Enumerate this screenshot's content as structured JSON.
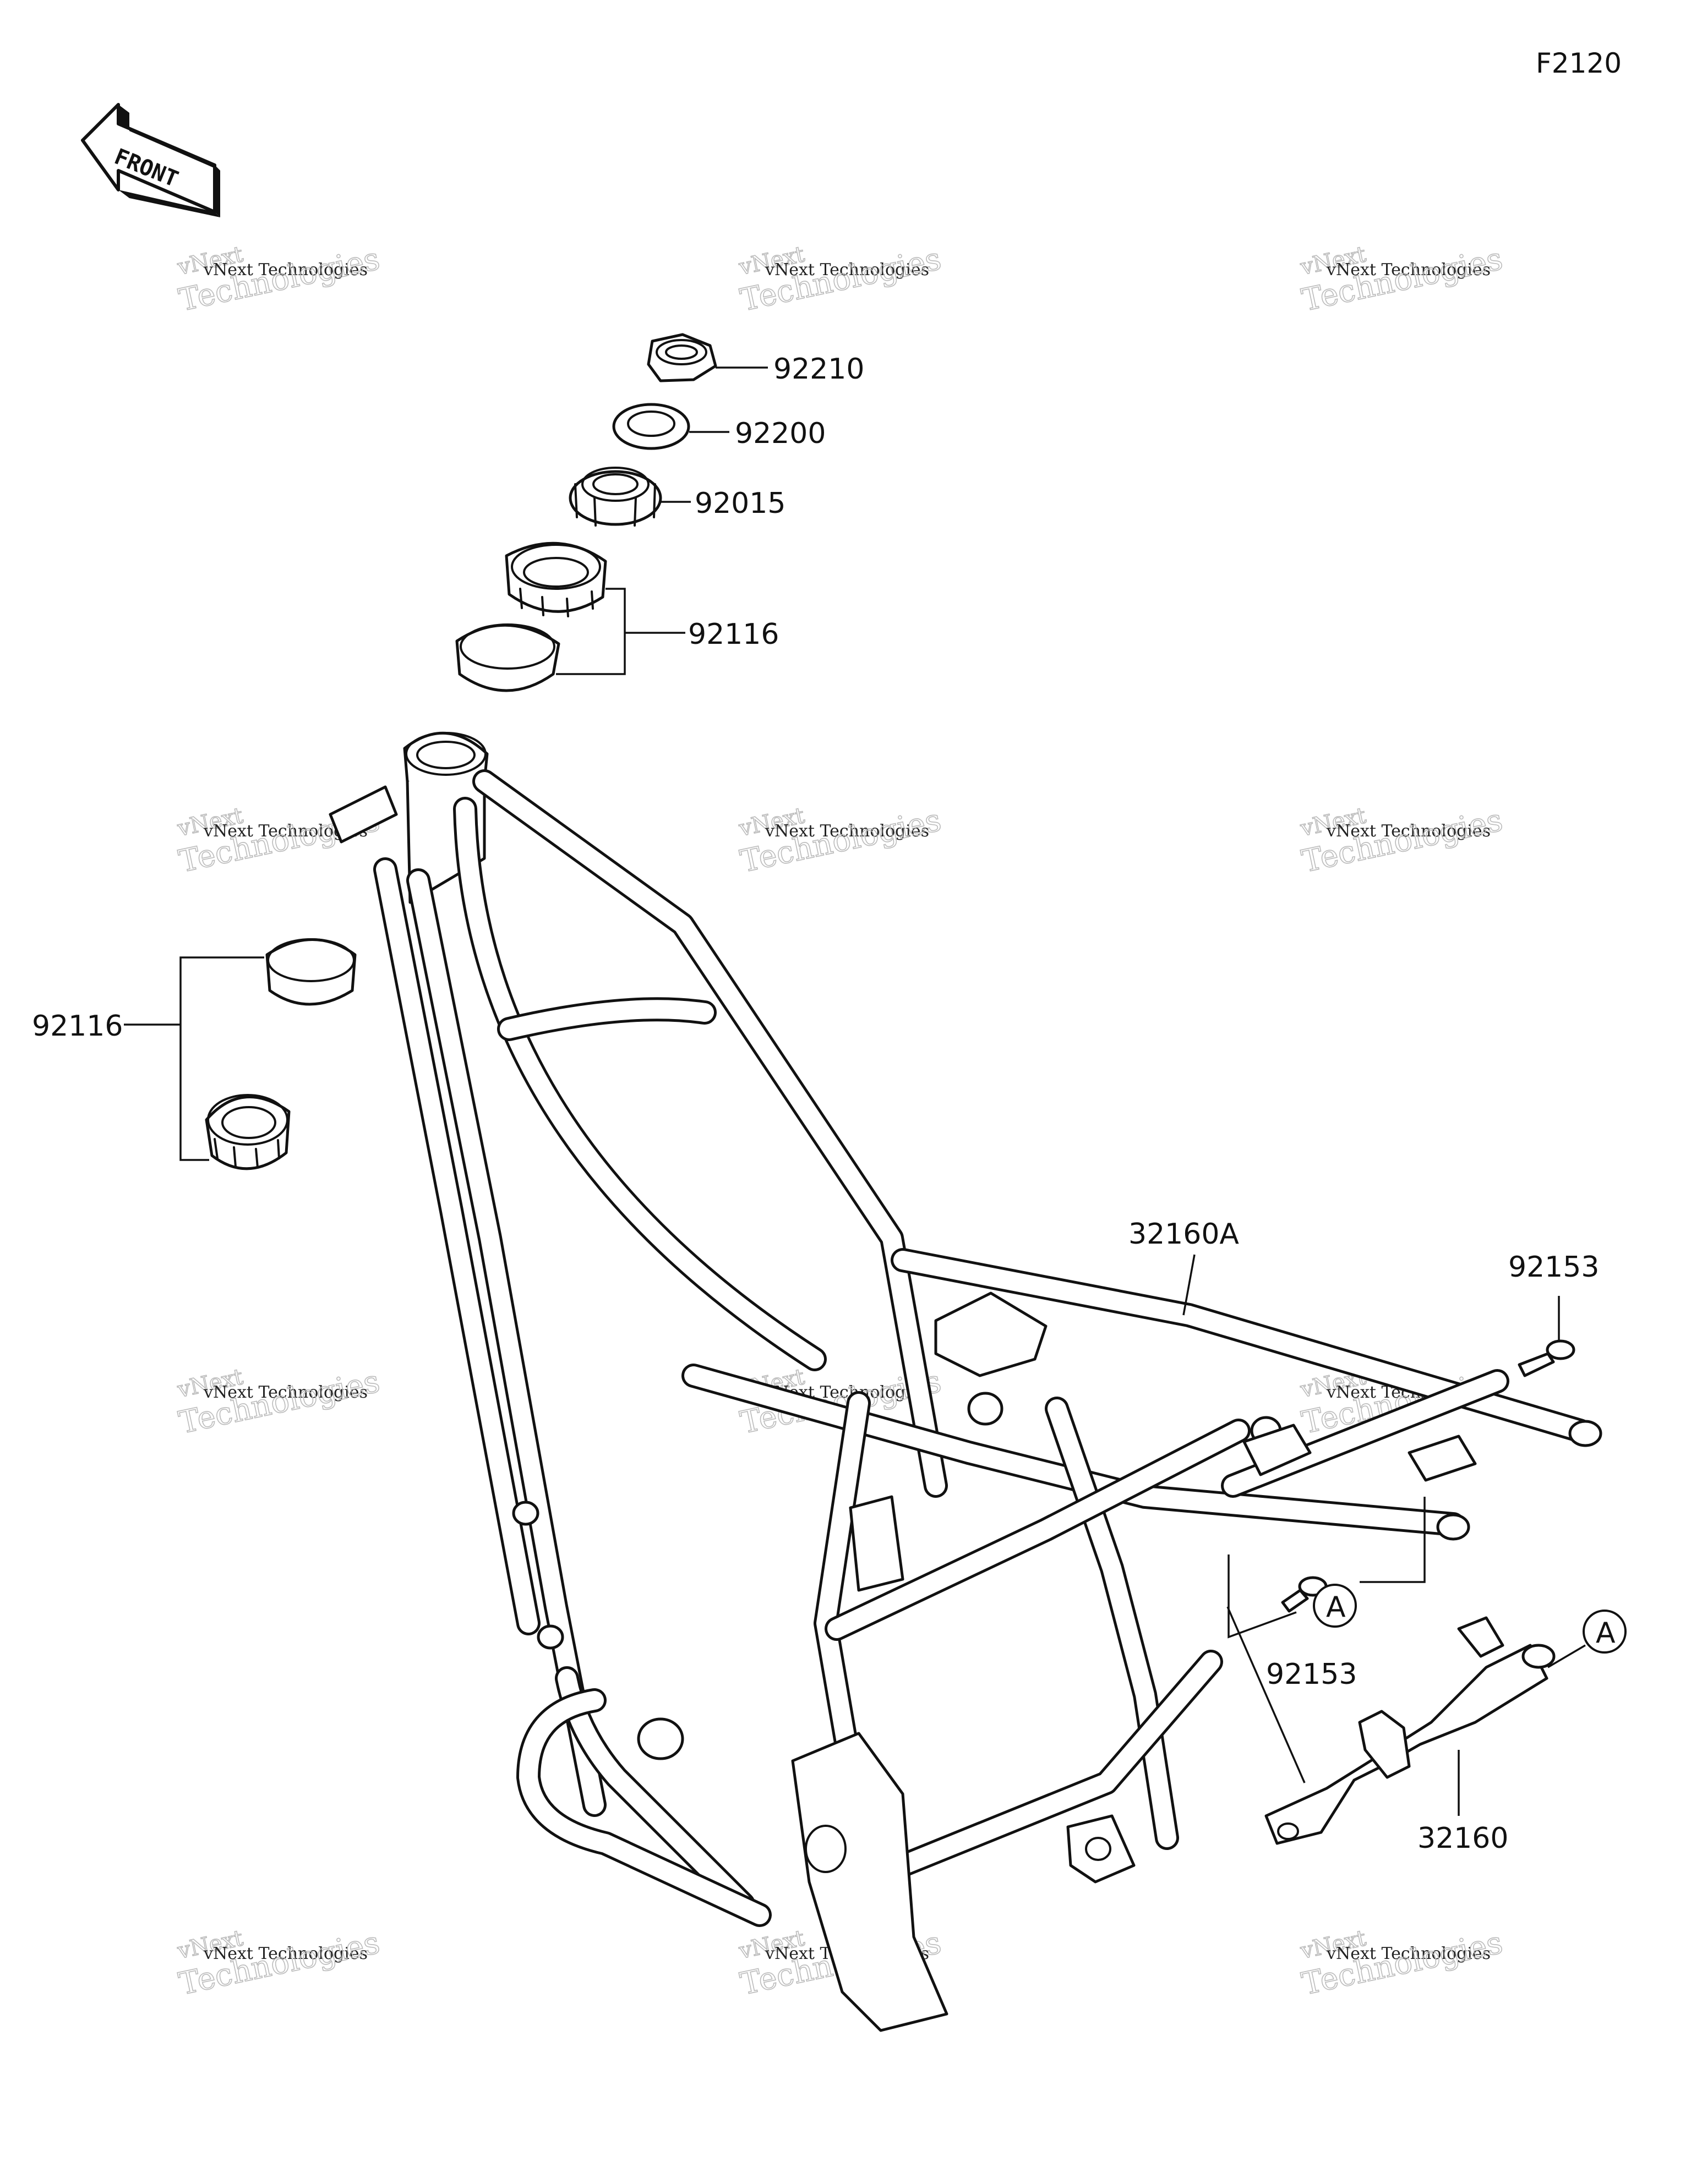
{
  "diagram_code": "F2120",
  "front_arrow": {
    "text": "FRONT",
    "icon": "front-direction-arrow-icon"
  },
  "watermark": {
    "line1": "vNext Technologies",
    "line2": "vNext",
    "line3": "Technologies"
  },
  "parts": {
    "p92210": "92210",
    "p92200": "92200",
    "p92015": "92015",
    "p92116_upper": "92116",
    "p92116_lower": "92116",
    "p32160A": "32160A",
    "p92153_upper": "92153",
    "p92153_lower": "92153",
    "p32160": "32160"
  },
  "reference_marks": {
    "a1": "A",
    "a2": "A"
  }
}
